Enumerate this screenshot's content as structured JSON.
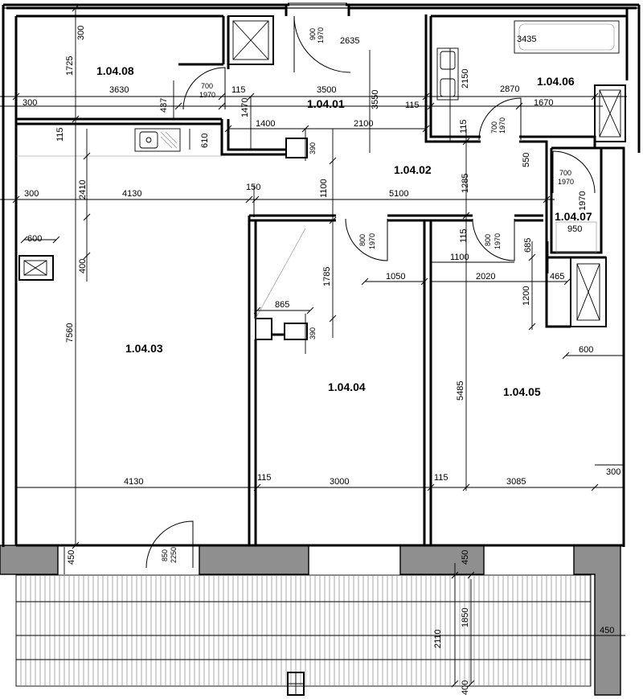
{
  "rooms": [
    {
      "id": "r0803",
      "label": "1.04.03"
    },
    {
      "id": "r0804",
      "label": "1.04.04"
    },
    {
      "id": "r0805",
      "label": "1.04.05"
    },
    {
      "id": "r0801",
      "label": "1.04.01"
    },
    {
      "id": "r0802",
      "label": "1.04.02"
    },
    {
      "id": "r0806",
      "label": "1.04.06"
    },
    {
      "id": "r0807",
      "label": "1.04.07"
    },
    {
      "id": "r0808",
      "label": "1.04.08"
    }
  ],
  "dimensions": {
    "d300_top": "300",
    "d1725": "1725",
    "d3630": "3630",
    "d300_left": "300",
    "d437": "437",
    "d115_a": "115",
    "d1470": "1470",
    "d3500": "3500",
    "d3550": "3550",
    "d115_b": "115",
    "d2635": "2635",
    "d900": "900",
    "d1970_a": "1970",
    "d700_a": "700",
    "d1970_b": "1970",
    "d3435": "3435",
    "d2150": "2150",
    "d2870": "2870",
    "d1670": "1670",
    "d700_b": "700",
    "d1970_c": "1970",
    "d115_c": "115",
    "d1400": "1400",
    "d2100": "2100",
    "d610": "610",
    "d390_a": "390",
    "d115_d": "115",
    "d550": "550",
    "d700_c": "700",
    "d1970_d": "1970",
    "d1970_e": "1970",
    "d300_b": "300",
    "d2410": "2410",
    "d4130_a": "4130",
    "d150": "150",
    "d1100_a": "1100",
    "d5100": "5100",
    "d1285": "1285",
    "d950": "950",
    "d600_a": "600",
    "d400": "400",
    "d800_a": "800",
    "d1970_f": "1970",
    "d800_b": "800",
    "d1970_g": "1970",
    "d115_e": "115",
    "d685": "685",
    "d1785": "1785",
    "d1100_b": "1100",
    "d1050": "1050",
    "d2020": "2020",
    "d465": "465",
    "d1200": "1200",
    "d865": "865",
    "d390_b": "390",
    "d7560": "7560",
    "d600_b": "600",
    "d5485": "5485",
    "d4130_b": "4130",
    "d115_f": "115",
    "d3000": "3000",
    "d115_g": "115",
    "d3085": "3085",
    "d300_c": "300",
    "d450_a": "450",
    "d850": "850",
    "d2250": "2250",
    "d450_b": "450",
    "d2110": "2110",
    "d1850": "1850",
    "d450_c": "450",
    "d400_b": "400"
  }
}
